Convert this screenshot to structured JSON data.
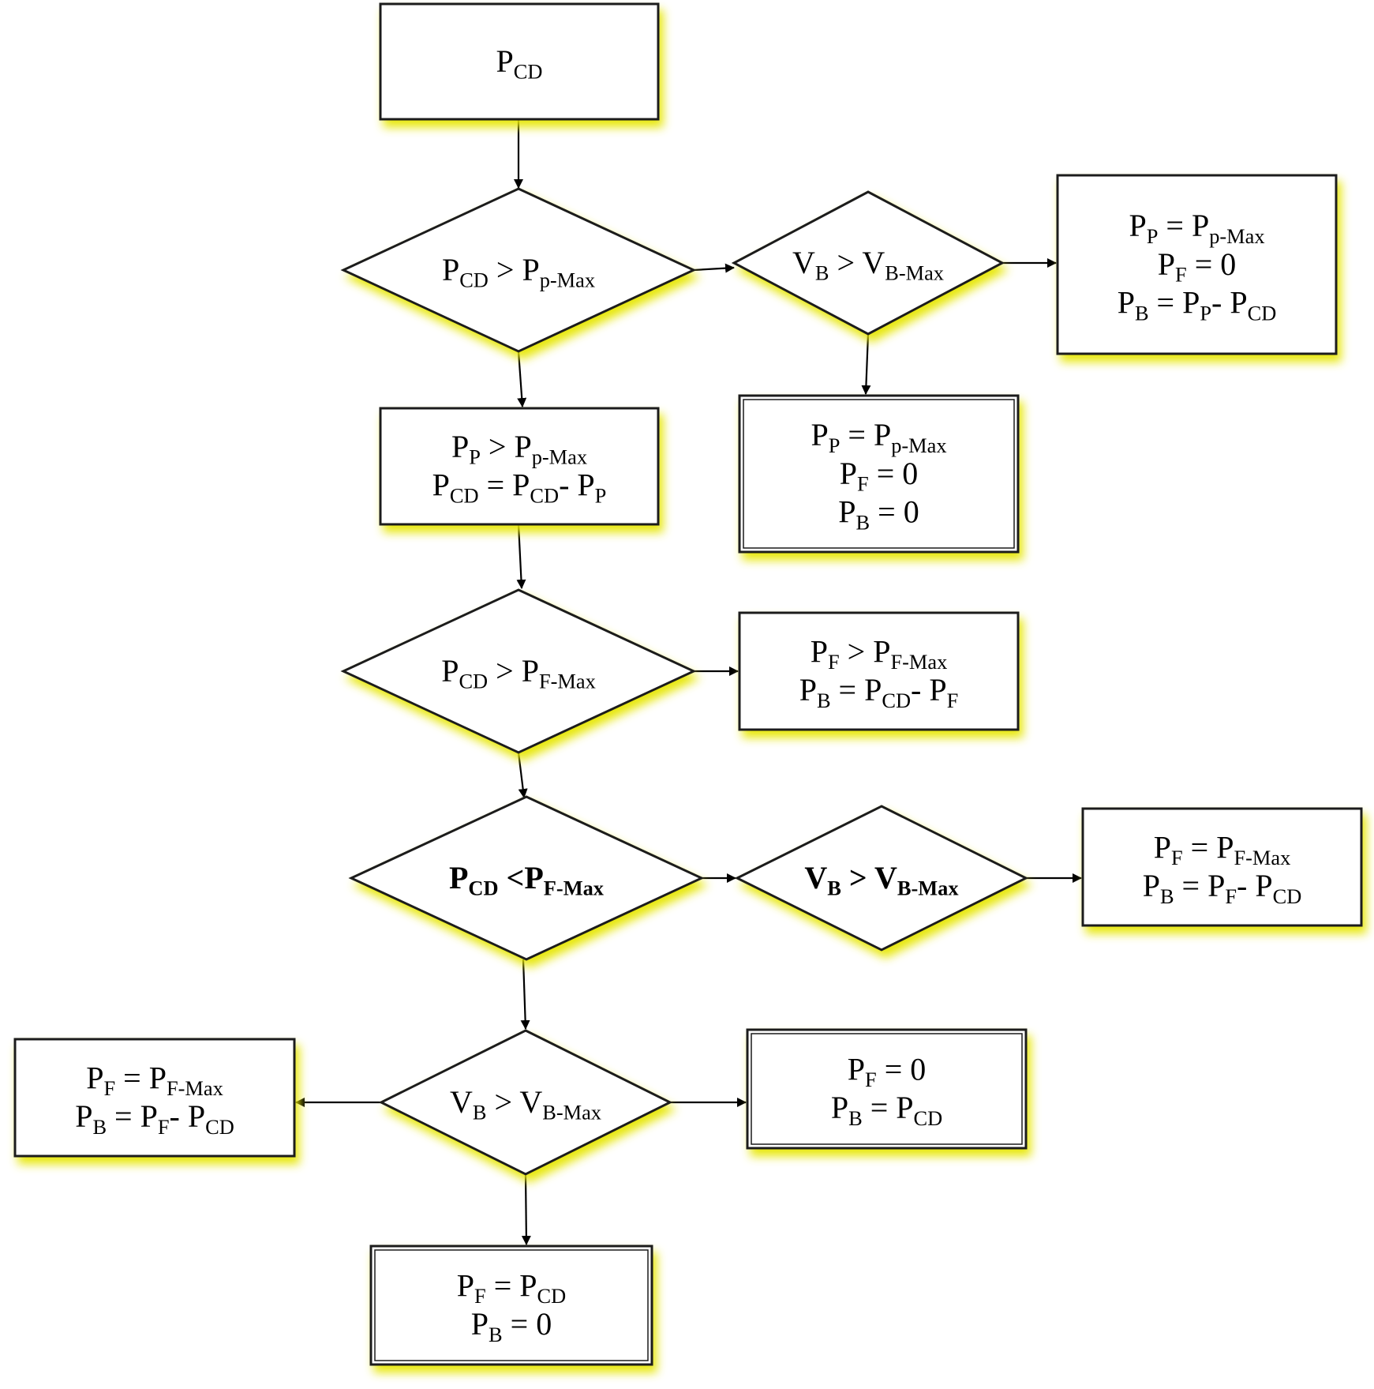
{
  "colors": {
    "shape_stroke": "#1a1a1a",
    "shape_fill": "#ffffff",
    "glow": "#e6e600",
    "arrow": "#000000"
  },
  "nodes": [
    {
      "id": "start",
      "type": "process",
      "bold": false,
      "lines": [
        {
          "text": [
            [
              "P",
              "CD"
            ]
          ]
        }
      ]
    },
    {
      "id": "d1",
      "type": "decision",
      "bold": false,
      "lines": [
        {
          "text": [
            [
              "P",
              "CD"
            ],
            [
              " > "
            ],
            [
              "P",
              "p-Max"
            ]
          ]
        }
      ]
    },
    {
      "id": "d2",
      "type": "decision",
      "bold": false,
      "lines": [
        {
          "text": [
            [
              "V",
              "B"
            ],
            [
              " > "
            ],
            [
              "V",
              "B-Max"
            ]
          ]
        }
      ]
    },
    {
      "id": "r1",
      "type": "process",
      "bold": false,
      "lines": [
        {
          "text": [
            [
              "P",
              "P"
            ],
            [
              " = "
            ],
            [
              "P",
              "p-Max"
            ]
          ]
        },
        {
          "text": [
            [
              "P",
              "F"
            ],
            [
              " = 0"
            ]
          ]
        },
        {
          "text": [
            [
              "P",
              "B"
            ],
            [
              " = "
            ],
            [
              "P",
              "P"
            ],
            [
              "- "
            ],
            [
              "P",
              "CD"
            ]
          ]
        }
      ]
    },
    {
      "id": "r2",
      "type": "terminal",
      "bold": false,
      "lines": [
        {
          "text": [
            [
              "P",
              "P"
            ],
            [
              " = "
            ],
            [
              "P",
              "p-Max"
            ]
          ]
        },
        {
          "text": [
            [
              "P",
              "F"
            ],
            [
              " = 0"
            ]
          ]
        },
        {
          "text": [
            [
              "P",
              "B"
            ],
            [
              " = 0"
            ]
          ]
        }
      ]
    },
    {
      "id": "p2",
      "type": "process",
      "bold": false,
      "lines": [
        {
          "text": [
            [
              "P",
              "P"
            ],
            [
              " > "
            ],
            [
              "P",
              "p-Max"
            ]
          ]
        },
        {
          "text": [
            [
              "P",
              "CD"
            ],
            [
              " = "
            ],
            [
              "P",
              "CD"
            ],
            [
              "- "
            ],
            [
              "P",
              "P"
            ]
          ]
        }
      ]
    },
    {
      "id": "d3",
      "type": "decision",
      "bold": false,
      "lines": [
        {
          "text": [
            [
              "P",
              "CD"
            ],
            [
              " > "
            ],
            [
              "P",
              "F-Max"
            ]
          ]
        }
      ]
    },
    {
      "id": "r3",
      "type": "process",
      "bold": false,
      "lines": [
        {
          "text": [
            [
              "P",
              "F"
            ],
            [
              " > "
            ],
            [
              "P",
              "F-Max"
            ]
          ]
        },
        {
          "text": [
            [
              "P",
              "B"
            ],
            [
              " = "
            ],
            [
              "P",
              "CD"
            ],
            [
              "- "
            ],
            [
              "P",
              "F"
            ]
          ]
        }
      ]
    },
    {
      "id": "d4",
      "type": "decision",
      "bold": true,
      "lines": [
        {
          "text": [
            [
              "P",
              "CD"
            ],
            [
              " <"
            ],
            [
              "P",
              "F-Max"
            ]
          ]
        }
      ]
    },
    {
      "id": "d5",
      "type": "decision",
      "bold": true,
      "lines": [
        {
          "text": [
            [
              "V",
              "B"
            ],
            [
              " > "
            ],
            [
              "V",
              "B-Max"
            ]
          ]
        }
      ]
    },
    {
      "id": "r4",
      "type": "process",
      "bold": false,
      "lines": [
        {
          "text": [
            [
              "P",
              "F"
            ],
            [
              " = "
            ],
            [
              "P",
              "F-Max"
            ]
          ]
        },
        {
          "text": [
            [
              "P",
              "B"
            ],
            [
              " = "
            ],
            [
              "P",
              "F"
            ],
            [
              "- "
            ],
            [
              "P",
              "CD"
            ]
          ]
        }
      ]
    },
    {
      "id": "d6",
      "type": "decision",
      "bold": false,
      "lines": [
        {
          "text": [
            [
              "V",
              "B"
            ],
            [
              " > "
            ],
            [
              "V",
              "B-Max"
            ]
          ]
        }
      ]
    },
    {
      "id": "r5",
      "type": "process",
      "bold": false,
      "lines": [
        {
          "text": [
            [
              "P",
              "F"
            ],
            [
              " = "
            ],
            [
              "P",
              "F-Max"
            ]
          ]
        },
        {
          "text": [
            [
              "P",
              "B"
            ],
            [
              " = "
            ],
            [
              "P",
              "F"
            ],
            [
              "- "
            ],
            [
              "P",
              "CD"
            ]
          ]
        }
      ]
    },
    {
      "id": "r6",
      "type": "terminal",
      "bold": false,
      "lines": [
        {
          "text": [
            [
              "P",
              "F"
            ],
            [
              " = 0"
            ]
          ]
        },
        {
          "text": [
            [
              "P",
              "B"
            ],
            [
              " = "
            ],
            [
              "P",
              "CD"
            ]
          ]
        }
      ]
    },
    {
      "id": "r7",
      "type": "terminal",
      "bold": false,
      "lines": [
        {
          "text": [
            [
              "P",
              "F"
            ],
            [
              " = "
            ],
            [
              "P",
              "CD"
            ]
          ]
        },
        {
          "text": [
            [
              "P",
              "B"
            ],
            [
              " = 0"
            ]
          ]
        }
      ]
    }
  ],
  "edges": [
    {
      "from": "start",
      "to": "d1"
    },
    {
      "from": "d1",
      "to": "d2"
    },
    {
      "from": "d2",
      "to": "r1"
    },
    {
      "from": "d2",
      "to": "r2"
    },
    {
      "from": "d1",
      "to": "p2"
    },
    {
      "from": "p2",
      "to": "d3"
    },
    {
      "from": "d3",
      "to": "r3"
    },
    {
      "from": "d3",
      "to": "d4"
    },
    {
      "from": "d4",
      "to": "d5"
    },
    {
      "from": "d5",
      "to": "r4"
    },
    {
      "from": "d4",
      "to": "d6"
    },
    {
      "from": "d6",
      "to": "r5"
    },
    {
      "from": "d6",
      "to": "r6"
    },
    {
      "from": "d6",
      "to": "r7"
    }
  ]
}
